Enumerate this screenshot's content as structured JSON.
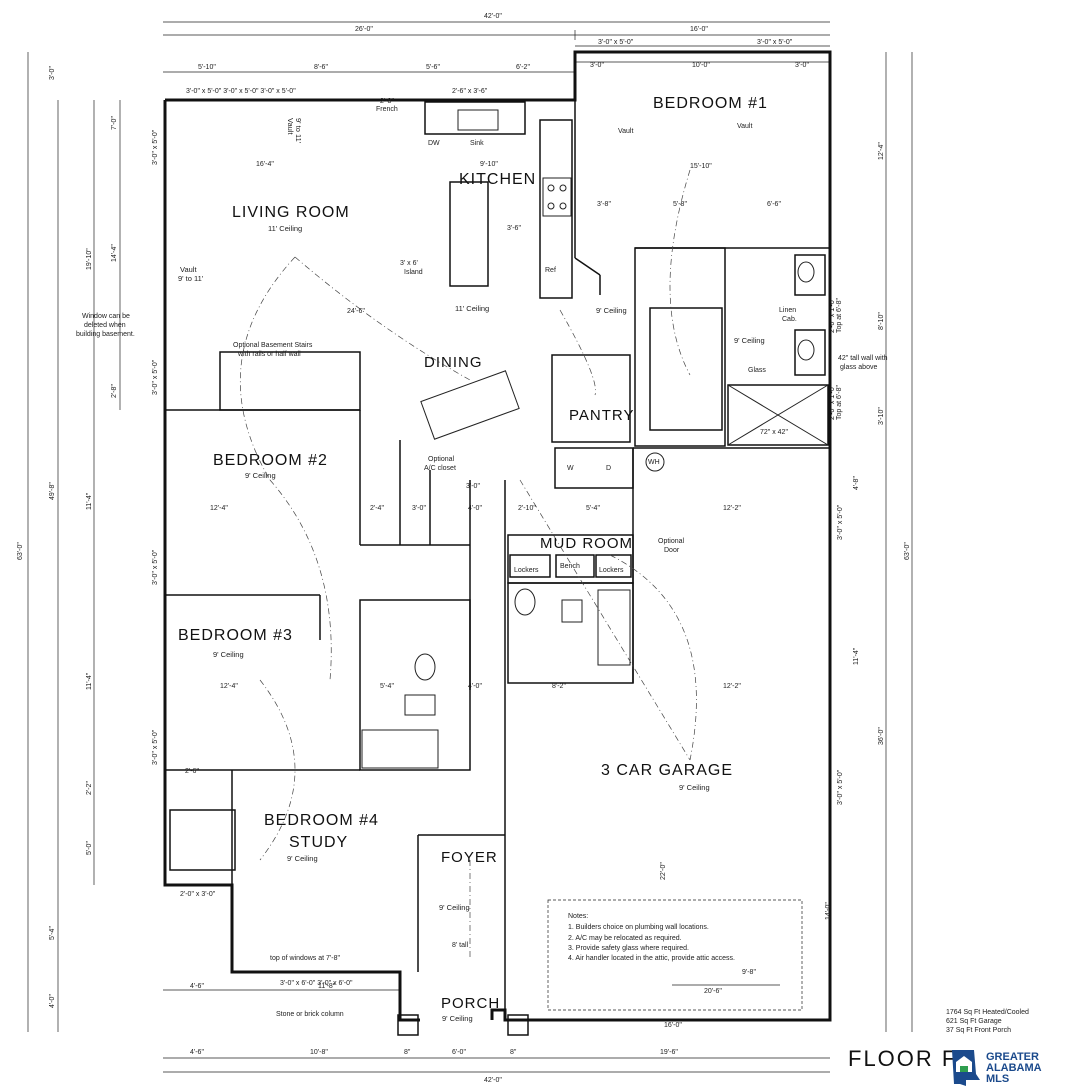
{
  "rooms": {
    "bedroom1": "BEDROOM #1",
    "bedroom2": "BEDROOM #2",
    "bedroom3": "BEDROOM #3",
    "bedroom4": "BEDROOM #4",
    "study": "STUDY",
    "living": "LIVING ROOM",
    "kitchen": "KITCHEN",
    "dining": "DINING",
    "pantry": "PANTRY",
    "mud": "MUD ROOM",
    "garage": "3 CAR GARAGE",
    "foyer": "FOYER",
    "porch": "PORCH"
  },
  "ceilings": {
    "living": "11' Ceiling",
    "living_lower": "11' Ceiling",
    "b2": "9' Ceiling",
    "b3": "9' Ceiling",
    "b4": "9' Ceiling",
    "garage": "9' Ceiling",
    "foyer": "9' Ceiling",
    "porch": "9' Ceiling",
    "bath": "9' Ceiling",
    "hall": "9' Ceiling"
  },
  "labels": {
    "vault_living": "Vault",
    "vault_living2": "9' to 11'",
    "vault_b1a": "Vault",
    "vault_b1b": "Vault",
    "vault_top": "Vault",
    "vault_top2": "9' to 11'",
    "french": "French",
    "dw": "DW",
    "sink": "Sink",
    "island": "3' x 6'",
    "island2": "Island",
    "ref": "Ref",
    "window_note1": "Window can be",
    "window_note2": "deleted when",
    "window_note3": "building basement.",
    "basement1": "Optional Basement Stairs",
    "basement2": "with rails or half wall",
    "ac1": "Optional",
    "ac2": "A/C closet",
    "lockers1": "Lockers",
    "bench": "Bench",
    "lockers2": "Lockers",
    "optdoor1": "Optional",
    "optdoor2": "Door",
    "linen1": "Linen",
    "linen2": "Cab.",
    "glass": "Glass",
    "shower": "72\" x 42\"",
    "tallwall1": "42\" tall wall with",
    "tallwall2": "glass above",
    "topwin": "top of windows at 7'-8\"",
    "stone": "Stone or brick column",
    "tall8": "8' tall",
    "wh": "WH",
    "w": "W",
    "d": "D"
  },
  "notes": {
    "title": "Notes:",
    "n1": "1.  Builders choice on plumbing wall locations.",
    "n2": "2.  A/C may be relocated as required.",
    "n3": "3.  Provide safety glass where required.",
    "n4": "4.  Air handler located in the attic, provide attic access."
  },
  "dims": {
    "top_total": "42'-0\"",
    "top_left": "26'-0\"",
    "top_right": "16'-0\"",
    "top_w1": "3'-0\" x 5'-0\"",
    "top_w2": "3'-0\" x 5'-0\"",
    "top_r1": "3'-0\"",
    "top_r2": "10'-0\"",
    "top_r3": "3'-0\"",
    "seg1": "5'-10\"",
    "seg2": "8'-6\"",
    "seg3": "5'-6\"",
    "seg4": "6'-2\"",
    "win_row": "3'-0\" x 5'-0\" 3'-0\" x 5'-0\" 3'-0\" x 5'-0\"",
    "win_k": "2'-6\" x 3'-6\"",
    "door28": "2'-8\"",
    "d16_4": "16'-4\"",
    "d9_10": "9'-10\"",
    "d15_10": "15'-10\"",
    "d3_8": "3'-8\"",
    "d5_8": "5'-8\"",
    "d6_6": "6'-6\"",
    "d3_6": "3'-6\"",
    "d24_6": "24'-6\"",
    "d12_4a": "12'-4\"",
    "d12_4b": "12'-4\"",
    "d12_2a": "12'-2\"",
    "d12_2b": "12'-2\"",
    "d5_4a": "5'-4\"",
    "d5_4b": "5'-4\"",
    "d4_0a": "4'-0\"",
    "d4_0b": "4'-0\"",
    "d3_0a": "3'-0\"",
    "d3_0b": "3'-0\"",
    "d2_4": "2'-4\"",
    "d8_2": "8'-2\"",
    "d2_10": "2'-10\"",
    "d11_8": "11'-8\"",
    "d4_6a": "4'-6\"",
    "d4_6b": "4'-6\"",
    "d10_8": "10'-8\"",
    "d8_a": "8\"",
    "d6_0": "6'-0\"",
    "d8_b": "8\"",
    "d19_6": "19'-6\"",
    "bot_total": "42'-0\"",
    "d20_6": "20'-6\"",
    "d9_8": "9'-8\"",
    "d16_0": "16'-0\"",
    "d22_0": "22'-0\"",
    "d14_0": "14'-0\"",
    "d2_6": "2'-6\"",
    "d2_0x3_0": "2'-0\" x 3'-0\"",
    "bwin": "3'-0\" x 6'-0\" 3'-0\" x 6'-0\"",
    "left_63": "63'-0\"",
    "left_49_8": "49'-8\"",
    "left_3": "3'-0\"",
    "left_19_10": "19'-10\"",
    "left_14_4": "14'-4\"",
    "left_7_0": "7'-0\"",
    "left_2_8": "2'-8\"",
    "left_11_4a": "11'-4\"",
    "left_11_4b": "11'-4\"",
    "left_2_2": "2'-2\"",
    "left_5_0": "5'-0\"",
    "left_5_4": "5'-4\"",
    "left_4_0": "4'-0\"",
    "lw1": "3'-0\" x 5'-0\"",
    "lw2": "3'-0\" x 5'-0\"",
    "lw3": "3'-0\" x 5'-0\"",
    "lw4": "3'-0\" x 5'-0\"",
    "right_63": "63'-0\"",
    "right_12_4": "12'-4\"",
    "right_8_10": "8'-10\"",
    "right_3_10": "3'-10\"",
    "right_4_8": "4'-8\"",
    "right_11_4": "11'-4\"",
    "right_36": "36'-0\"",
    "rw1": "3'-0\" x 5'-0\"",
    "rw2": "3'-0\" x 5'-0\"",
    "rw3": "2'-0\" x 1'-0\"",
    "rw3b": "Top at 6'-8\"",
    "rw4": "2'-0\" x 1'-0\"",
    "rw4b": "Top at 6'-8\""
  },
  "footer": {
    "floor_label": "FLOOR F",
    "stat1": "1764 Sq Ft Heated/Cooled",
    "stat2": "621 Sq Ft Garage",
    "stat3": "37 Sq Ft Front Porch",
    "logo_line1": "GREATER",
    "logo_line2": "ALABAMA",
    "logo_line3": "MLS"
  },
  "colors": {
    "logo_blue": "#1b4a8c",
    "logo_green": "#2f9e4f",
    "ink": "#111111"
  }
}
